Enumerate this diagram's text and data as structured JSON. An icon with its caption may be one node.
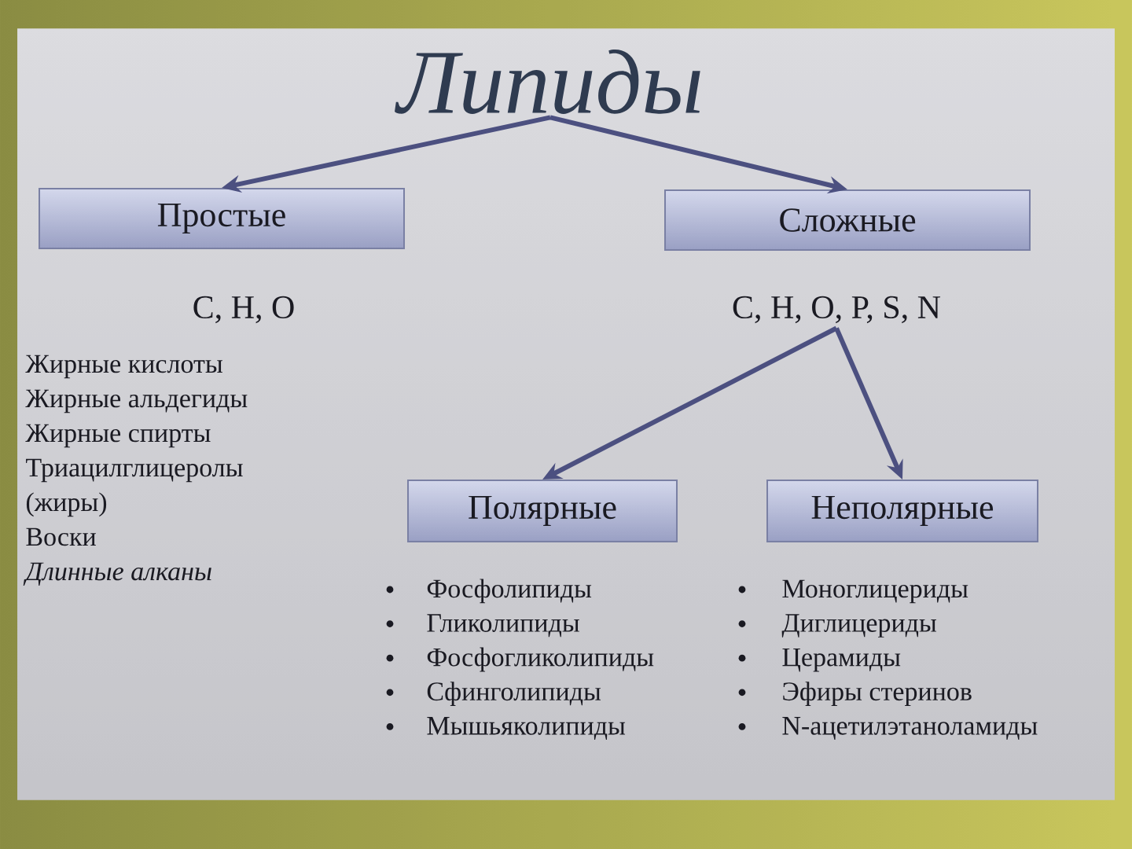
{
  "diagram": {
    "nodes": [
      {
        "text": [
          "Липиды"
        ]
      },
      {
        "text": [
          "Простые"
        ],
        "beside": [
          "C, H, O",
          "Жирные кислоты",
          "Жирные альдегиды",
          "Жирные спирты",
          "Триацилглицеролы (жиры)",
          "Воски",
          "Длинные алканы"
        ]
      },
      {
        "text": [
          "Сложные"
        ]
      },
      {
        "text": [
          "C, H, O, P, S, N"
        ]
      },
      {
        "text": [
          "Полярные"
        ],
        "beside": [
          "Фосфолипиды",
          "Гликолипиды",
          "Фосфогликолипиды",
          "Сфинголипиды",
          "Мышьяколипиды"
        ]
      },
      {
        "text": [
          "Неполярные"
        ],
        "beside": [
          "Моноглицериды",
          "Диглицериды",
          "Церамиды",
          "Эфиры стеринов",
          "N-ацетилэтаноламиды"
        ]
      }
    ],
    "edges": [
      {
        "from": 0,
        "to": 1,
        "arrow": "to"
      },
      {
        "from": 0,
        "to": 2,
        "arrow": "to"
      },
      {
        "from": 3,
        "to": 4,
        "arrow": "to"
      },
      {
        "from": 3,
        "to": 5,
        "arrow": "to"
      }
    ]
  }
}
